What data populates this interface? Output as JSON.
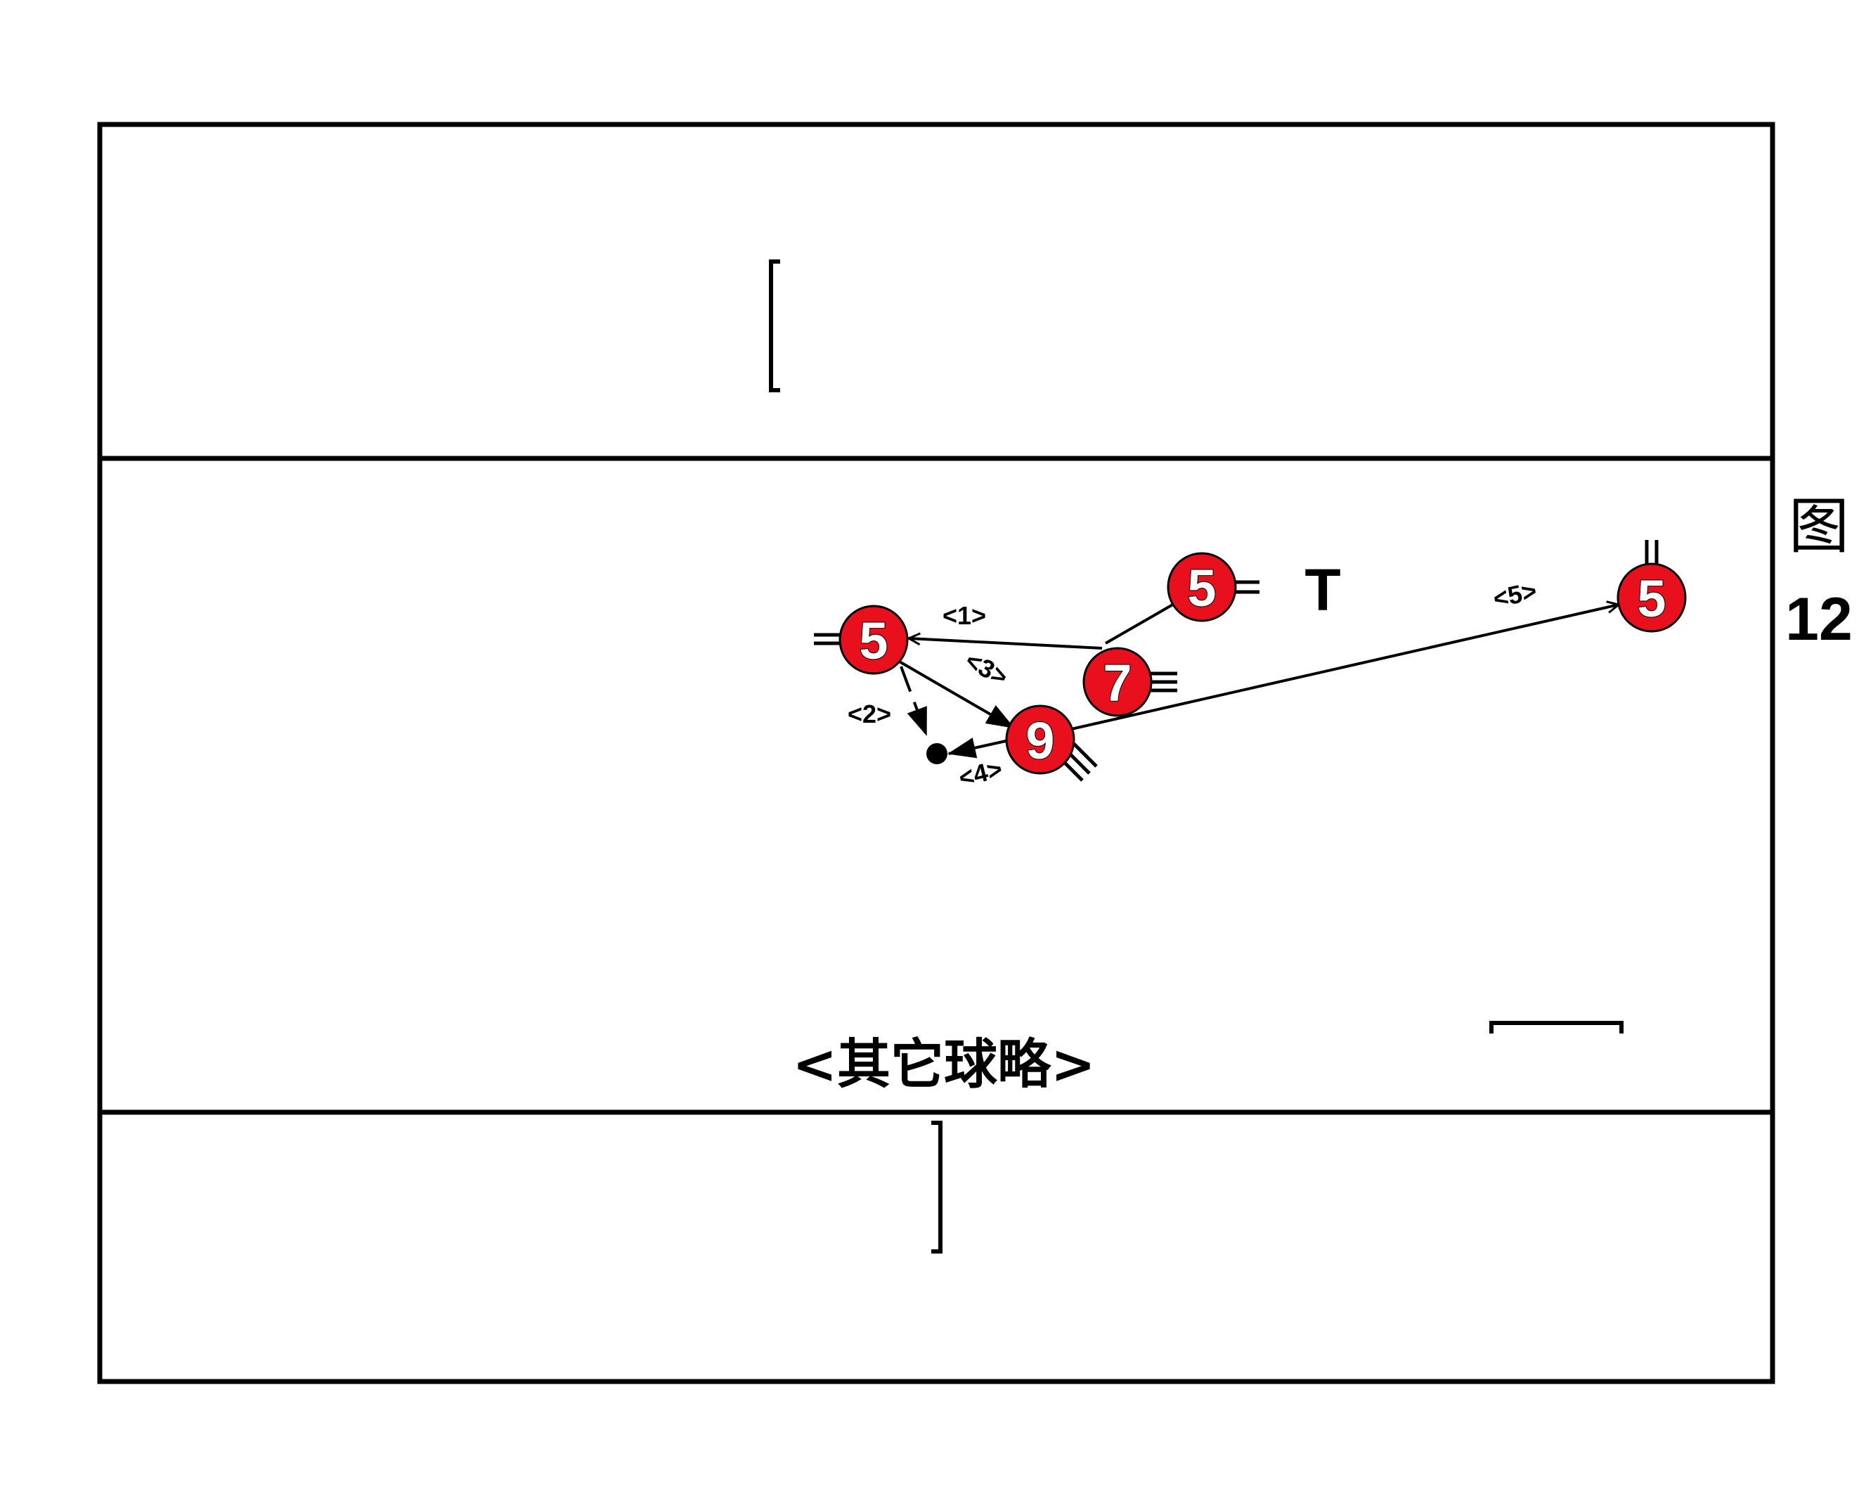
{
  "colors": {
    "player_fill": "#e8101c",
    "line": "#000000"
  },
  "players": [
    {
      "id": "p5a",
      "label": "5"
    },
    {
      "id": "p5b",
      "label": "5"
    },
    {
      "id": "p7",
      "label": "7"
    },
    {
      "id": "p9",
      "label": "9"
    },
    {
      "id": "p5c",
      "label": "5"
    }
  ],
  "steps": [
    "<1>",
    "<2>",
    "<3>",
    "<4>",
    "<5>"
  ],
  "t_mark": "T",
  "caption": "<其它球略>",
  "figure": {
    "char": "图",
    "number": "12"
  }
}
